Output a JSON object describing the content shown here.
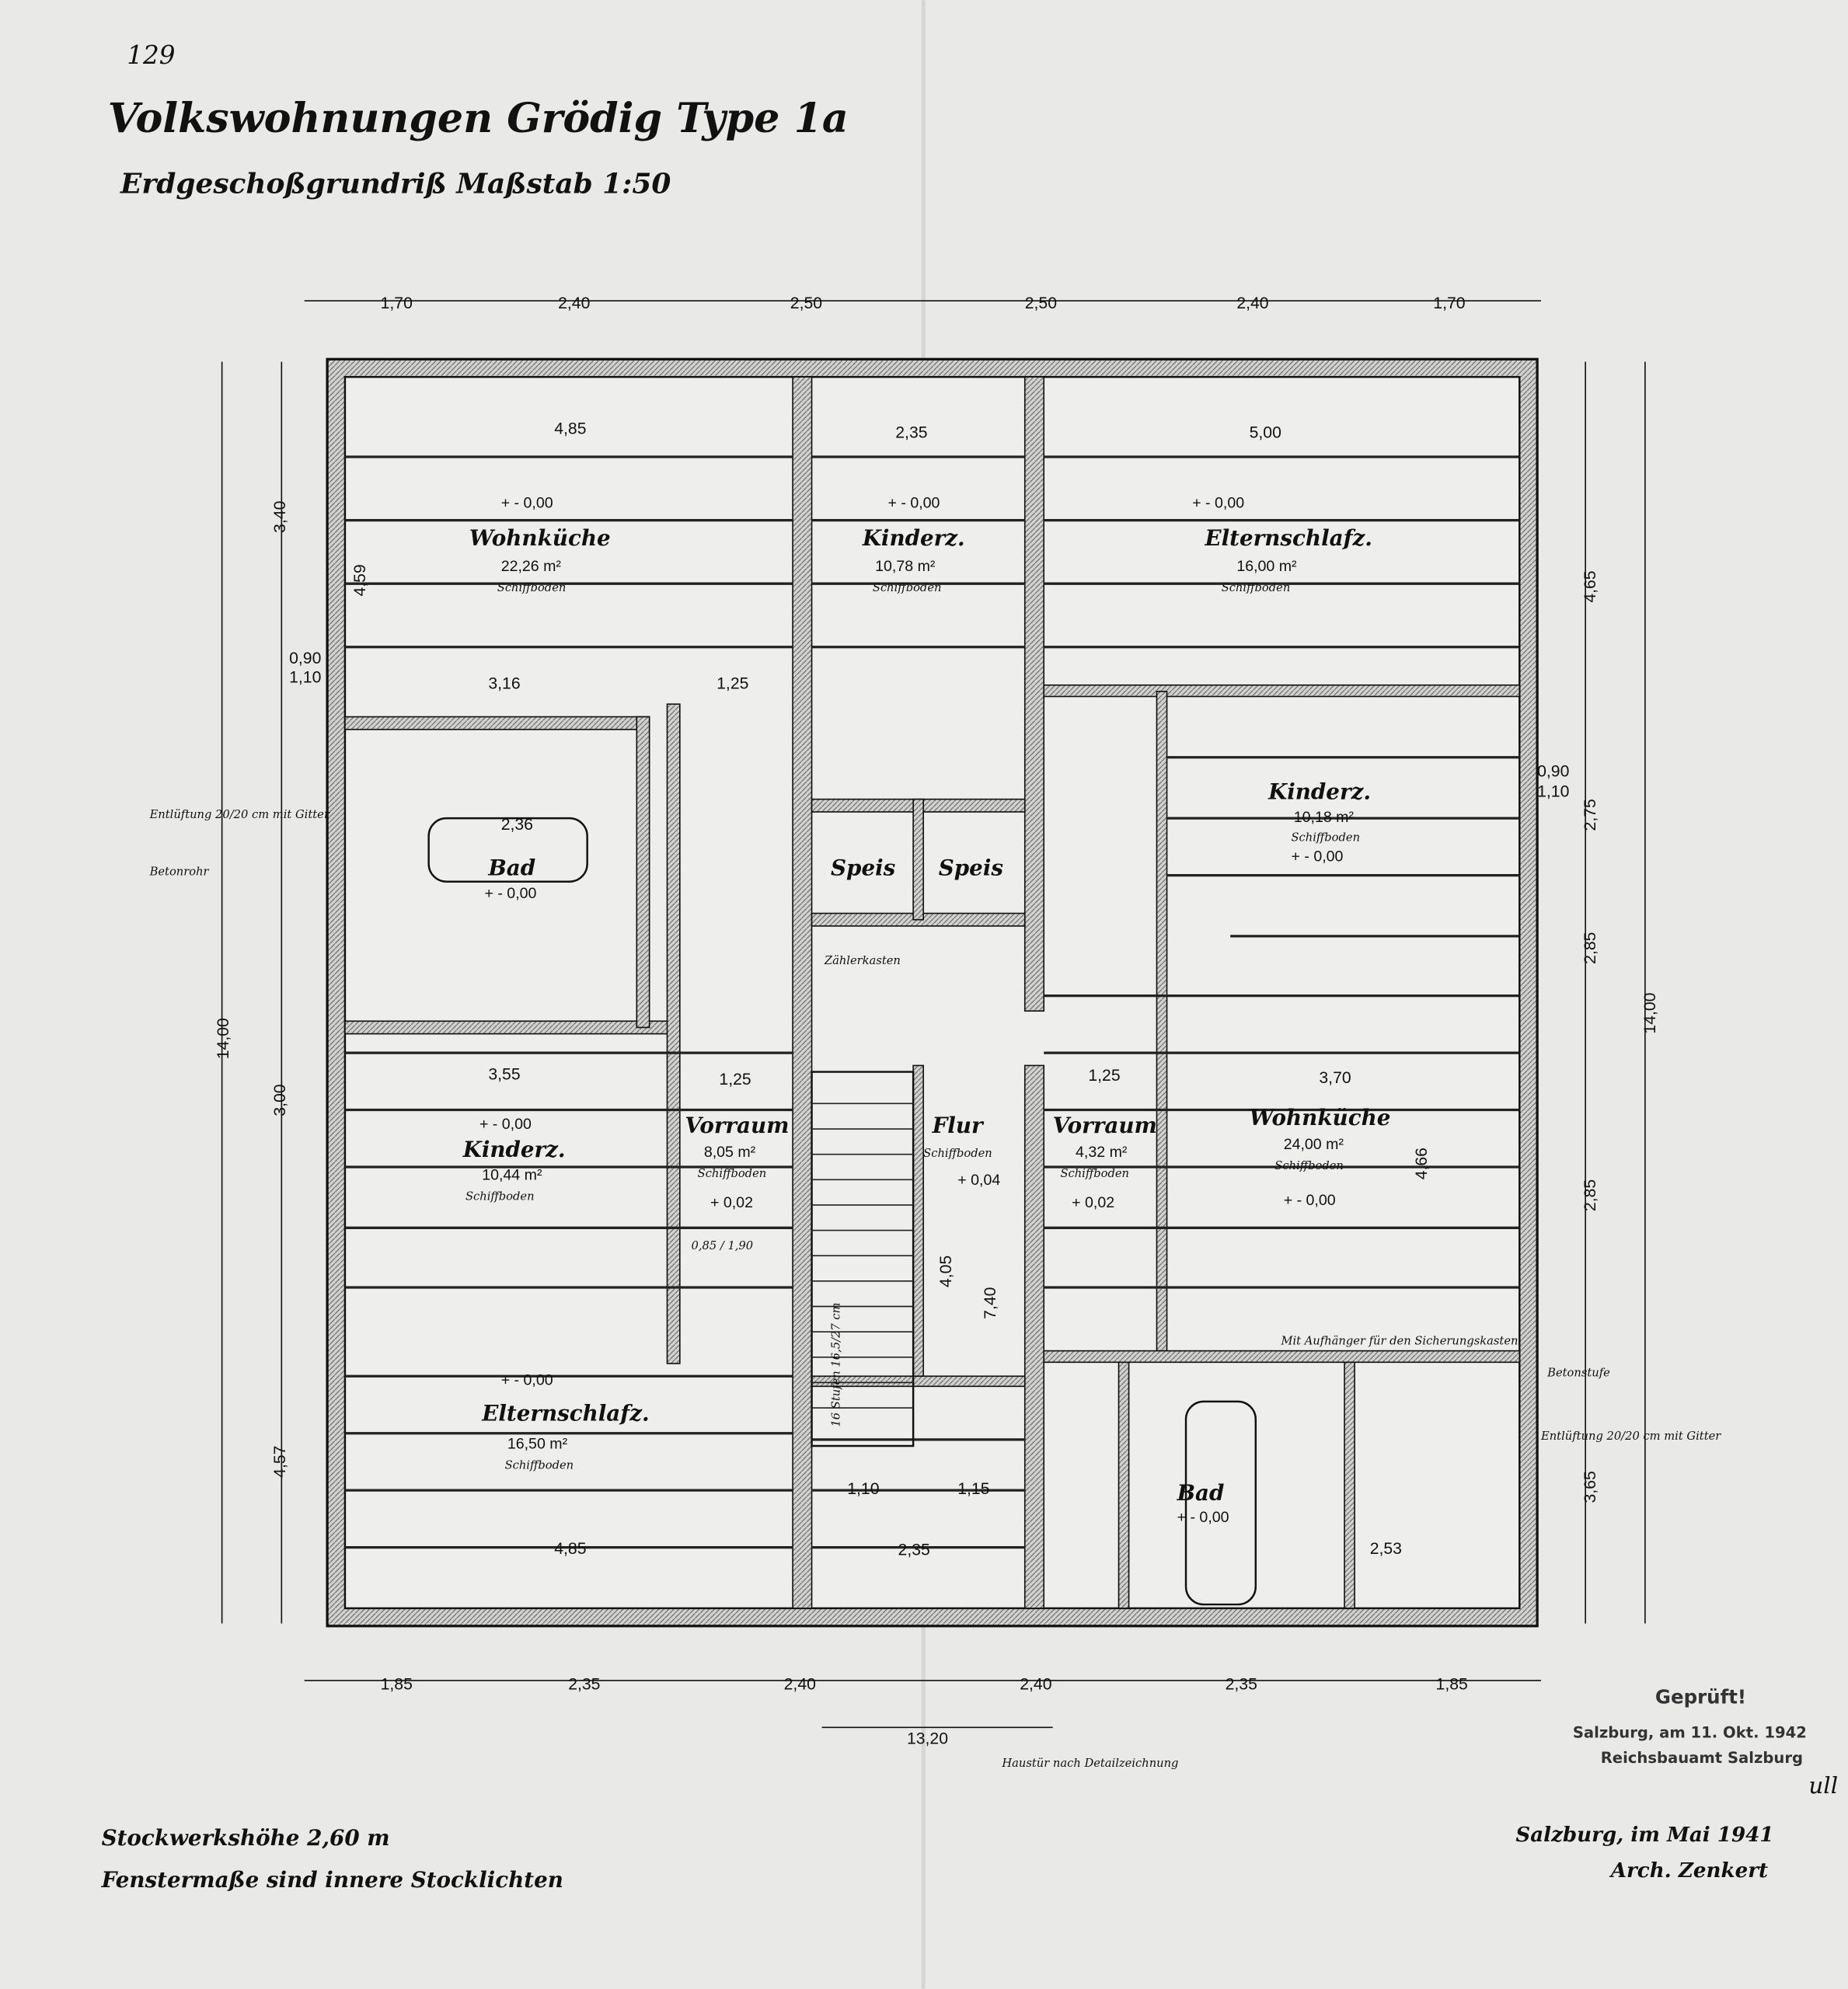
{
  "header": {
    "page_number": "129",
    "title": "Volkswohnungen Grödig Type 1a",
    "subtitle": "Erdgeschoßgrundriß Maßstab 1:50"
  },
  "dimensions": {
    "top": [
      "1,70",
      "2,40",
      "2,50",
      "2,50",
      "2,40",
      "1,70"
    ],
    "bottom": [
      "1,85",
      "2,35",
      "2,40",
      "2,40",
      "2,35",
      "1,85"
    ],
    "bottom_total": "13,20",
    "left": [
      "3,40",
      "3,00",
      "4,57"
    ],
    "left_total": "14,00",
    "right": [
      "4,65",
      "2,75",
      "2,85",
      "2,85",
      "3,65"
    ],
    "right_total": "14,00",
    "window": "0,90",
    "window_alt": "1,10",
    "interior": [
      "4,85",
      "2,35",
      "5,00",
      "3,16",
      "1,25",
      "3,55",
      "1,25",
      "3,70",
      "4,85",
      "2,53",
      "4,59",
      "4,66",
      "4,05",
      "7,40",
      "1,10",
      "1,15",
      "2,35",
      "1,25",
      "2,36"
    ]
  },
  "rooms": [
    {
      "name": "Wohnküche",
      "area": "22,26 m²",
      "floor": "Schiffboden",
      "level": "+ - 0,00"
    },
    {
      "name": "Kinderz.",
      "area": "10,78 m²",
      "floor": "Schiffboden",
      "level": "+ - 0,00"
    },
    {
      "name": "Elternschlafz.",
      "area": "16,00 m²",
      "floor": "Schiffboden",
      "level": "+ - 0,00"
    },
    {
      "name": "Kinderz.",
      "area": "10,18 m²",
      "floor": "Schiffboden",
      "level": "+ - 0,00"
    },
    {
      "name": "Bad",
      "level": "+ - 0,00"
    },
    {
      "name": "Speis"
    },
    {
      "name": "Speis"
    },
    {
      "name": "Kinderz.",
      "area": "10,44 m²",
      "floor": "Schiffboden",
      "level": "+ - 0,00"
    },
    {
      "name": "Vorraum",
      "area": "8,05 m²",
      "floor": "Schiffboden",
      "level": "+ 0,02"
    },
    {
      "name": "Flur",
      "floor": "Schiffboden",
      "level": "+ 0,04"
    },
    {
      "name": "Vorraum",
      "area": "4,32 m²",
      "floor": "Schiffboden",
      "level": "+ 0,02"
    },
    {
      "name": "Wohnküche",
      "area": "24,00 m²",
      "floor": "Schiffboden",
      "level": "+ - 0,00"
    },
    {
      "name": "Elternschlafz.",
      "area": "16,50 m²",
      "floor": "Schiffboden",
      "level": "+ - 0,00"
    },
    {
      "name": "Bad",
      "level": "+ - 0,00"
    }
  ],
  "notes": {
    "ventilation_left": "Entlüftung 20/20 cm mit Gitter",
    "ventilation_left_2": "Betonrohr",
    "ventilation_right": "Entlüftung 20/20 cm mit Gitter",
    "concrete_step": "Betonstufe",
    "meter_box": "Zählerkasten",
    "stairs": "16 Stufen 16,5/27 cm",
    "front_door": "Haustür nach Detailzeichnung",
    "hooks": "Mit Aufhänger für den Sicherungskasten",
    "door_size": "0,85 / 1,90"
  },
  "footer": {
    "ceiling_height": "Stockwerkshöhe 2,60 m",
    "window_note": "Fenstermaße sind innere Stocklichten",
    "place_date": "Salzburg, im Mai 1941",
    "architect": "Arch. Zenkert"
  },
  "stamp": {
    "line1": "Geprüft!",
    "line2": "Salzburg, am 11. Okt. 1942",
    "line3": "Reichsbauamt Salzburg",
    "initials": "ull"
  }
}
